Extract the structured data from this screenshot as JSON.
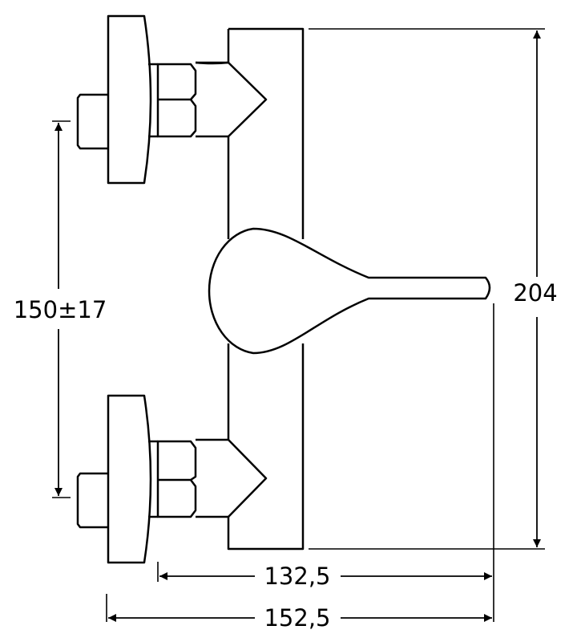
{
  "dimensions": {
    "center_distance": "150±17",
    "height": "204",
    "depth_handle": "132,5",
    "depth_total": "152,5"
  },
  "colors": {
    "line": "#000000",
    "fill": "#ffffff"
  }
}
